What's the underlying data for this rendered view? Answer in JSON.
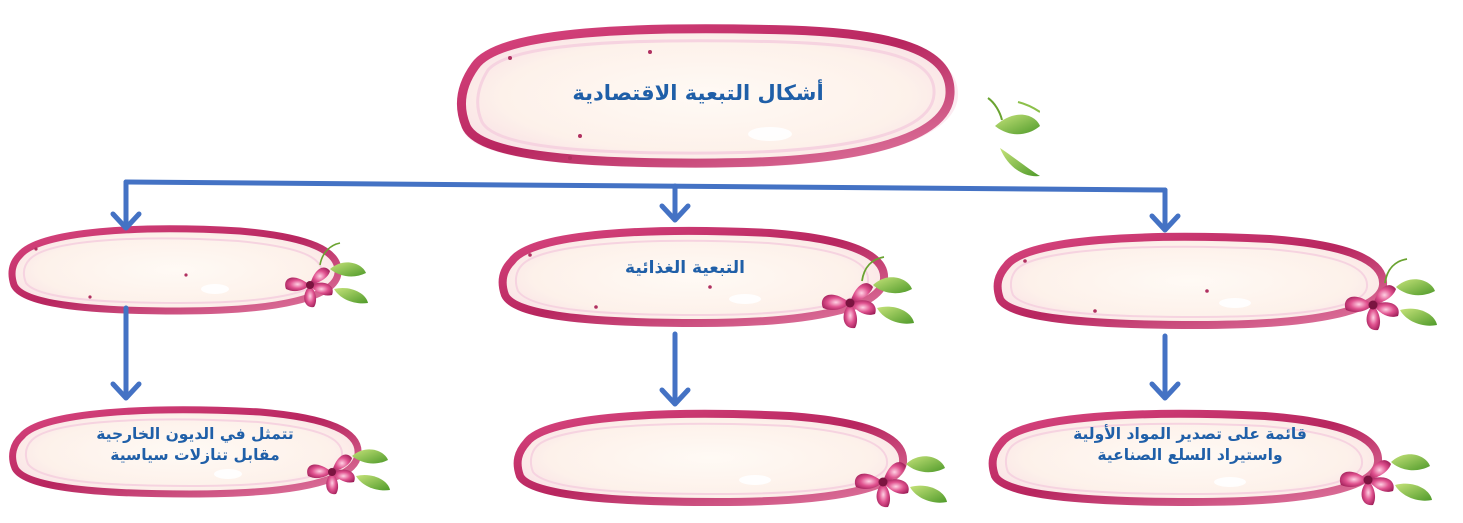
{
  "diagram": {
    "root": {
      "label": "أشكال التبعية الاقتصادية"
    },
    "categories": [
      {
        "label": ""
      },
      {
        "label": "التبعية الغذائية"
      },
      {
        "label": ""
      }
    ],
    "descriptions": [
      {
        "lines": [
          "تتمثل في الديون الخارجية",
          "مقابل تنازلات سياسية"
        ]
      },
      {
        "lines": []
      },
      {
        "lines": [
          "قائمة على تصدير المواد الأولية",
          "واستيراد السلع الصناعية"
        ]
      }
    ],
    "colors": {
      "connector": "#4472c4",
      "text": "#1f5fa8",
      "frame_outer": "#c0306e",
      "frame_inner": "#f3c6d7",
      "frame_fill": "#fdf4ee",
      "petal": "#c2276b",
      "leaf": "#7fb93a"
    }
  }
}
